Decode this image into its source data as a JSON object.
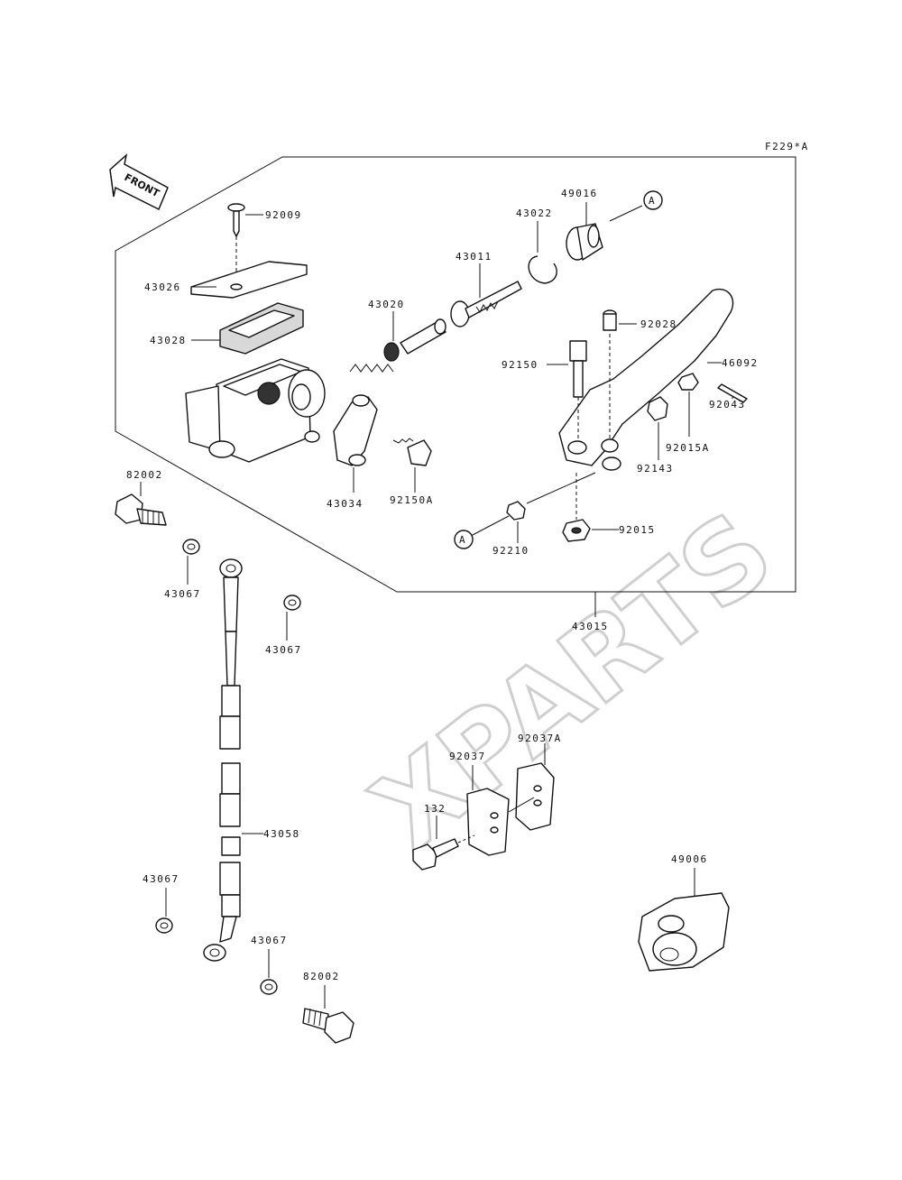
{
  "diagram": {
    "ref_code": "F229*A",
    "front_arrow_label": "FRONT",
    "watermark": "XPARTS",
    "ref_marker": "A"
  },
  "parts": [
    {
      "id": "p92009",
      "number": "92009"
    },
    {
      "id": "p43026",
      "number": "43026"
    },
    {
      "id": "p43028",
      "number": "43028"
    },
    {
      "id": "p43020",
      "number": "43020"
    },
    {
      "id": "p43011",
      "number": "43011"
    },
    {
      "id": "p43022",
      "number": "43022"
    },
    {
      "id": "p49016",
      "number": "49016"
    },
    {
      "id": "p92028",
      "number": "92028"
    },
    {
      "id": "p92150",
      "number": "92150"
    },
    {
      "id": "p46092",
      "number": "46092"
    },
    {
      "id": "p92043",
      "number": "92043"
    },
    {
      "id": "p92015A",
      "number": "92015A"
    },
    {
      "id": "p92143",
      "number": "92143"
    },
    {
      "id": "p43034",
      "number": "43034"
    },
    {
      "id": "p92150A",
      "number": "92150A"
    },
    {
      "id": "p92015",
      "number": "92015"
    },
    {
      "id": "p92210",
      "number": "92210"
    },
    {
      "id": "p43015",
      "number": "43015"
    },
    {
      "id": "p82002a",
      "number": "82002"
    },
    {
      "id": "p43067a",
      "number": "43067"
    },
    {
      "id": "p43067b",
      "number": "43067"
    },
    {
      "id": "p43058",
      "number": "43058"
    },
    {
      "id": "p43067c",
      "number": "43067"
    },
    {
      "id": "p43067d",
      "number": "43067"
    },
    {
      "id": "p82002b",
      "number": "82002"
    },
    {
      "id": "p92037",
      "number": "92037"
    },
    {
      "id": "p92037A",
      "number": "92037A"
    },
    {
      "id": "p132",
      "number": "132"
    },
    {
      "id": "p49006",
      "number": "49006"
    }
  ]
}
